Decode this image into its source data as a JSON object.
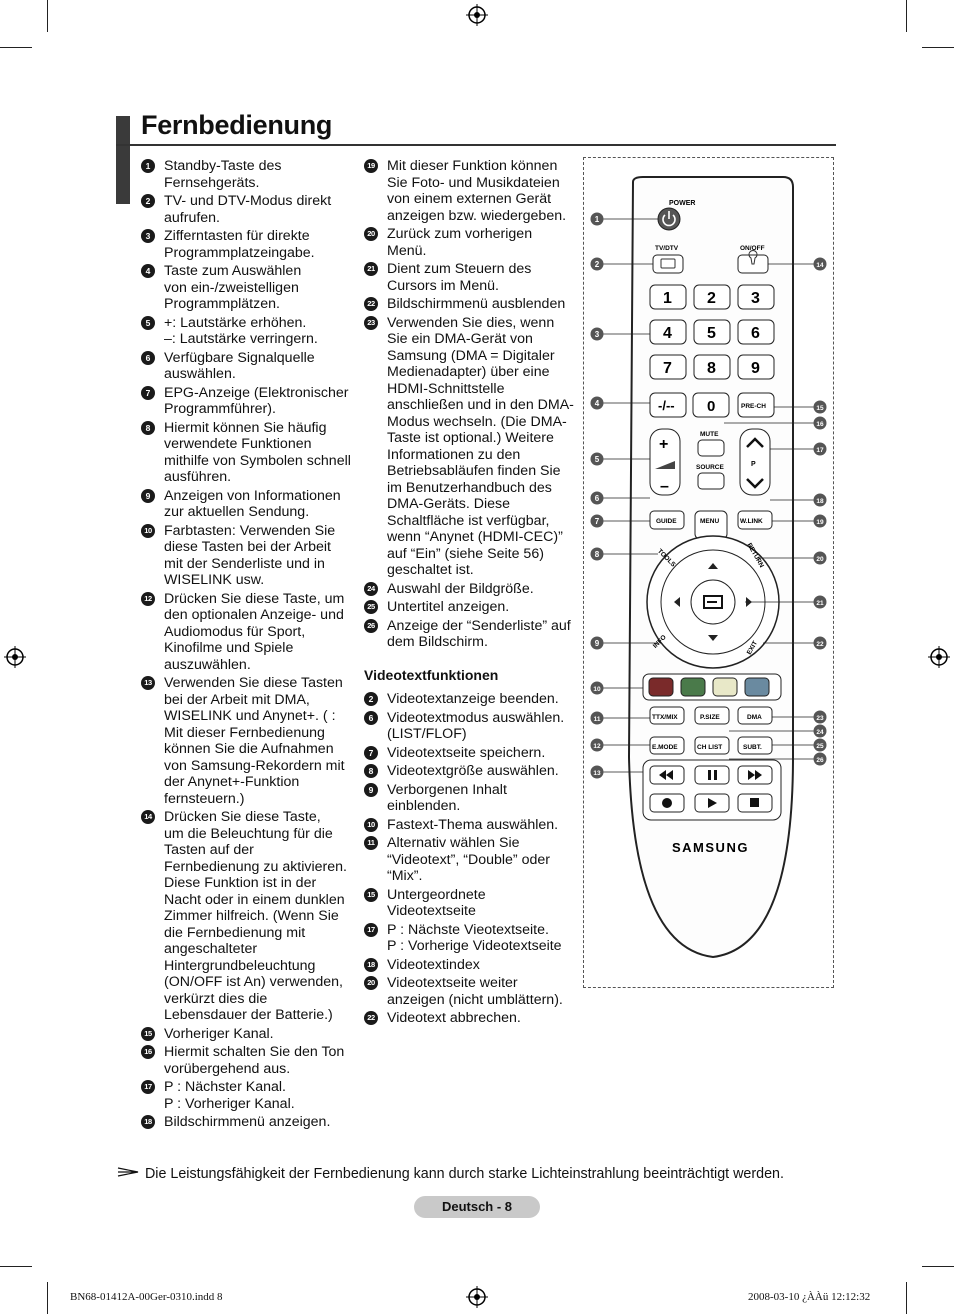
{
  "page": {
    "title": "Fernbedienung",
    "note": "Die Leistungsfähigkeit der Fernbedienung kann durch starke Lichteinstrahlung beeinträchtigt werden.",
    "footer": "Deutsch - 8",
    "imprint_left": "BN68-01412A-00Ger-0310.indd   8",
    "imprint_right": "2008-03-10   ¿ÀÀü 12:12:32"
  },
  "col1": [
    {
      "n": "1",
      "lead": "Standby-Taste des",
      "rest": "Fernsehgeräts."
    },
    {
      "n": "2",
      "lead": "TV- und DTV-Modus direkt",
      "rest": "aufrufen."
    },
    {
      "n": "3",
      "lead": "Zifferntasten für direkte",
      "rest": "Programmplatzeingabe."
    },
    {
      "n": "4",
      "lead": "Taste zum Auswählen",
      "rest": "von ein-/zweistelligen Programmplätzen."
    },
    {
      "n": "5",
      "lead": "+: Lautstärke erhöhen.",
      "rest": "–: Lautstärke verringern."
    },
    {
      "n": "6",
      "lead": "Verfügbare Signalquelle",
      "rest": "auswählen."
    },
    {
      "n": "7",
      "lead": "EPG-Anzeige (Elektronischer",
      "rest": "Programmführer)."
    },
    {
      "n": "8",
      "lead": "Hiermit können Sie häufig",
      "rest": "verwendete Funktionen mithilfe von Symbolen schnell ausführen."
    },
    {
      "n": "9",
      "lead": "Anzeigen von Informationen",
      "rest": "zur aktuellen Sendung."
    },
    {
      "n": "10",
      "lead": "Farbtasten: Verwenden Sie",
      "rest": "diese Tasten bei der Arbeit mit der Senderliste und in WISELINK usw."
    },
    {
      "n": "12",
      "lead": "Drücken Sie diese Taste, um",
      "rest": "den optionalen Anzeige- und Audiomodus für Sport, Kinofilme und Spiele auszuwählen."
    },
    {
      "n": "13",
      "lead": "Verwenden Sie diese Tasten",
      "rest": "bei der Arbeit mit DMA, WISELINK und Anynet+. (  : Mit dieser Fernbedienung können Sie die Aufnahmen von Samsung-Rekordern mit der Anynet+-Funktion fernsteuern.)"
    },
    {
      "n": "14",
      "lead": "Drücken Sie diese Taste,",
      "rest": "um die Beleuchtung für die Tasten auf der Fernbedienung zu aktivieren. Diese Funktion ist in der Nacht oder in einem dunklen Zimmer hilfreich. (Wenn Sie die Fernbedienung mit angeschalteter Hintergrundbeleuchtung (ON/OFF   ist An) verwenden, verkürzt dies die Lebensdauer der Batterie.)"
    },
    {
      "n": "15",
      "lead": "Vorheriger Kanal.",
      "rest": ""
    },
    {
      "n": "16",
      "lead": "Hiermit schalten Sie den Ton",
      "rest": "vorübergehend aus."
    },
    {
      "n": "17",
      "lead": "P   : Nächster Kanal.",
      "rest": "P   : Vorheriger Kanal."
    },
    {
      "n": "18",
      "lead": "Bildschirmmenü anzeigen.",
      "rest": ""
    }
  ],
  "col2": [
    {
      "n": "19",
      "lead": "Mit dieser Funktion können",
      "rest": "Sie Foto- und Musikdateien von einem externen Gerät anzeigen bzw. wiedergeben."
    },
    {
      "n": "20",
      "lead": "Zurück zum vorherigen",
      "rest": "Menü."
    },
    {
      "n": "21",
      "lead": "Dient zum Steuern des",
      "rest": "Cursors im Menü."
    },
    {
      "n": "22",
      "lead": "Bildschirmmenü ausblenden",
      "rest": ""
    },
    {
      "n": "23",
      "lead": "Verwenden Sie dies, wenn",
      "rest": "Sie ein DMA-Gerät von Samsung (DMA = Digitaler Medienadapter) über eine HDMI-Schnittstelle anschließen und in den DMA-Modus wechseln. (Die DMA-Taste ist optional.) Weitere Informationen zu den Betriebsabläufen finden Sie im Benutzerhandbuch des DMA-Geräts. Diese Schaltfläche ist verfügbar, wenn “Anynet (HDMI-CEC)” auf “Ein” (siehe Seite 56) geschaltet ist."
    },
    {
      "n": "24",
      "lead": "Auswahl der Bildgröße.",
      "rest": ""
    },
    {
      "n": "25",
      "lead": "Untertitel anzeigen.",
      "rest": ""
    },
    {
      "n": "26",
      "lead": "Anzeige der “Senderliste” auf",
      "rest": "dem Bildschirm."
    }
  ],
  "videotext": {
    "heading": "Videotextfunktionen",
    "items": [
      {
        "n": "2",
        "text": "Videotextanzeige beenden."
      },
      {
        "n": "6",
        "text": "Videotextmodus auswählen. (LIST/FLOF)"
      },
      {
        "n": "7",
        "text": "Videotextseite speichern."
      },
      {
        "n": "8",
        "text": "Videotextgröße auswählen."
      },
      {
        "n": "9",
        "text": "Verborgenen Inhalt einblenden."
      },
      {
        "n": "10",
        "text": "Fastext-Thema auswählen."
      },
      {
        "n": "11",
        "text": "Alternativ wählen Sie “Videotext”, “Double” oder “Mix”."
      },
      {
        "n": "15",
        "text": "Untergeordnete Videotextseite"
      },
      {
        "n": "17",
        "text": "P   : Nächste Vieotextseite.\nP   : Vorherige Videotextseite"
      },
      {
        "n": "18",
        "text": "Videotextindex"
      },
      {
        "n": "20",
        "text": "Videotextseite weiter anzeigen (nicht umblättern)."
      },
      {
        "n": "22",
        "text": "Videotext abbrechen."
      }
    ]
  },
  "remote": {
    "brand": "SAMSUNG",
    "labels": {
      "power": "POWER",
      "tvdtv": "TV/DTV",
      "onoff": "ON/OFF",
      "mute": "MUTE",
      "source": "SOURCE",
      "p": "P",
      "prech": "PRE-CH",
      "dash": "-/--",
      "zero": "0",
      "guide": "GUIDE",
      "menu": "MENU",
      "wlink": "W.LINK",
      "tools": "TOOLS",
      "return": "RETURN",
      "info": "INFO",
      "exit": "EXIT",
      "ttxmix": "TTX/MIX",
      "psize": "P.SIZE",
      "dma": "DMA",
      "emode": "E.MODE",
      "chlist": "CH LIST",
      "subt": "SUBT."
    },
    "digits": [
      "1",
      "2",
      "3",
      "4",
      "5",
      "6",
      "7",
      "8",
      "9"
    ],
    "callouts_left": [
      "1",
      "2",
      "3",
      "4",
      "5",
      "6",
      "7",
      "8",
      "9",
      "10",
      "11",
      "12",
      "13"
    ],
    "callouts_right": [
      "14",
      "15",
      "16",
      "17",
      "18",
      "19",
      "20",
      "21",
      "22",
      "23",
      "24",
      "25",
      "26"
    ],
    "color_keys": [
      "#7a2a2a",
      "#4a7a4a",
      "#e8e8c8",
      "#6a8aa0"
    ]
  }
}
